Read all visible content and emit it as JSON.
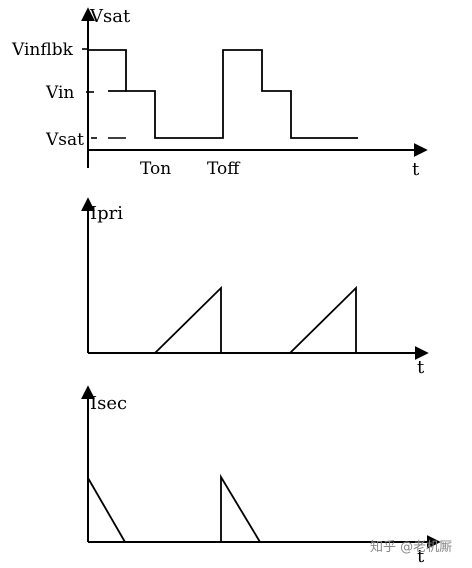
{
  "voltage_plot": {
    "y_label": "Vsat",
    "t_label": "t",
    "levels": [
      "Vinflbk",
      "Vin",
      "Vsat"
    ],
    "intervals": [
      "Ton",
      "Toff"
    ]
  },
  "primary_current_plot": {
    "y_label": "Ipri",
    "t_label": "t"
  },
  "secondary_current_plot": {
    "y_label": "Isec",
    "t_label": "t"
  },
  "watermark": {
    "text": "知乎 @老机厮"
  }
}
